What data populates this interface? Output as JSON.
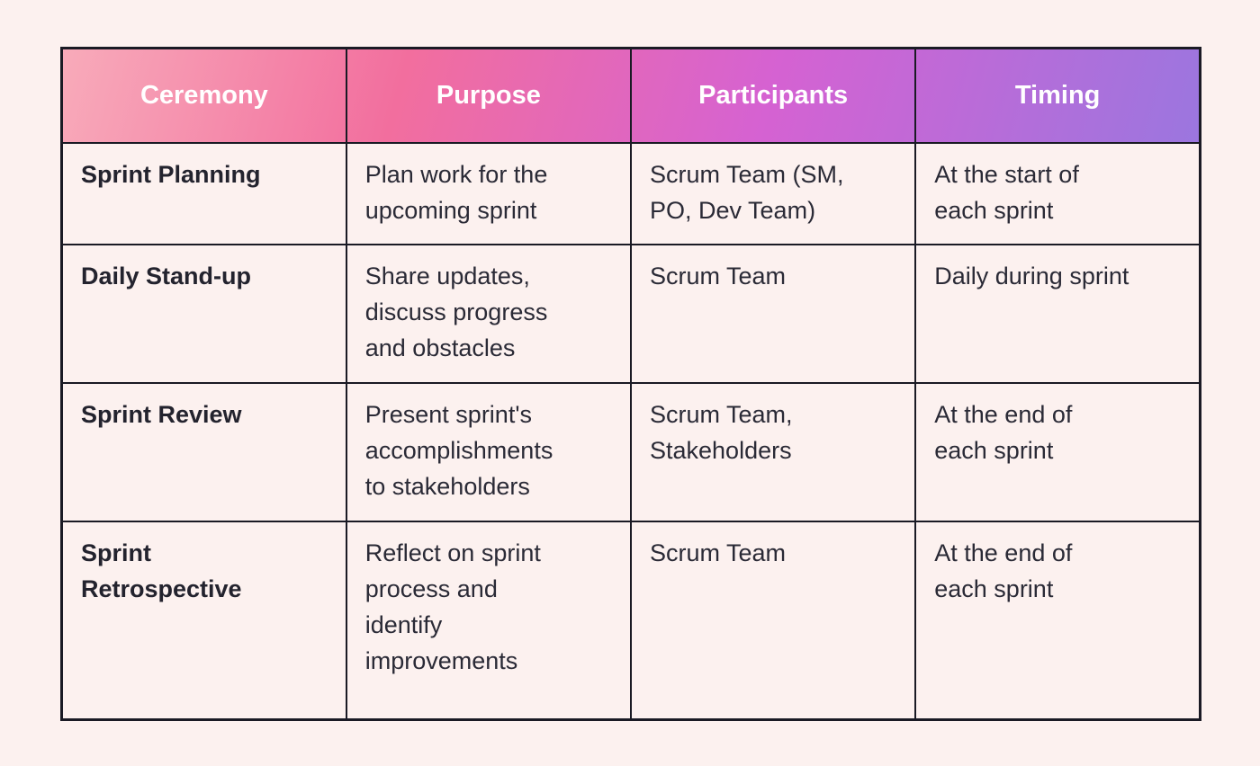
{
  "page": {
    "background_color": "#FCF1EF",
    "border_color": "#1A1A24",
    "header_gradient": [
      "#F8ABBA",
      "#F26E9E",
      "#D562D2",
      "#9B76DF"
    ],
    "header_text_color": "#FFFFFF",
    "body_text_color": "#2A2A36"
  },
  "chart_data": {
    "type": "table",
    "title": "",
    "columns": [
      "Ceremony",
      "Purpose",
      "Participants",
      "Timing"
    ],
    "rows": [
      [
        "Sprint Planning",
        "Plan work for the upcoming sprint",
        "Scrum Team (SM, PO, Dev Team)",
        "At the start of each sprint"
      ],
      [
        "Daily Stand-up",
        "Share updates, discuss progress and obstacles",
        "Scrum Team",
        "Daily during sprint"
      ],
      [
        "Sprint Review",
        "Present sprint's accomplishments to stakeholders",
        "Scrum Team, Stakeholders",
        "At the end of each sprint"
      ],
      [
        "Sprint Retrospective",
        "Reflect on sprint process and identify improvements",
        "Scrum Team",
        "At the end of each sprint"
      ]
    ]
  },
  "table": {
    "header": {
      "columns": [
        "Ceremony",
        "Purpose",
        "Participants",
        "Timing"
      ]
    },
    "rows": [
      {
        "ceremony": "Sprint Planning",
        "purpose": "Plan work for the\nupcoming sprint",
        "participants": "Scrum Team (SM,\nPO, Dev Team)",
        "timing": "At the start of\neach sprint"
      },
      {
        "ceremony": "Daily Stand-up",
        "purpose": "Share updates,\ndiscuss progress\nand obstacles",
        "participants": "Scrum Team",
        "timing": "Daily during sprint"
      },
      {
        "ceremony": "Sprint Review",
        "purpose": "Present sprint's\naccomplishments\nto stakeholders",
        "participants": "Scrum Team,\nStakeholders",
        "timing": "At the end of\neach sprint"
      },
      {
        "ceremony": "Sprint\nRetrospective",
        "purpose": "Reflect on sprint\nprocess and\nidentify\nimprovements",
        "participants": "Scrum Team",
        "timing": "At the end of\neach sprint"
      }
    ]
  }
}
